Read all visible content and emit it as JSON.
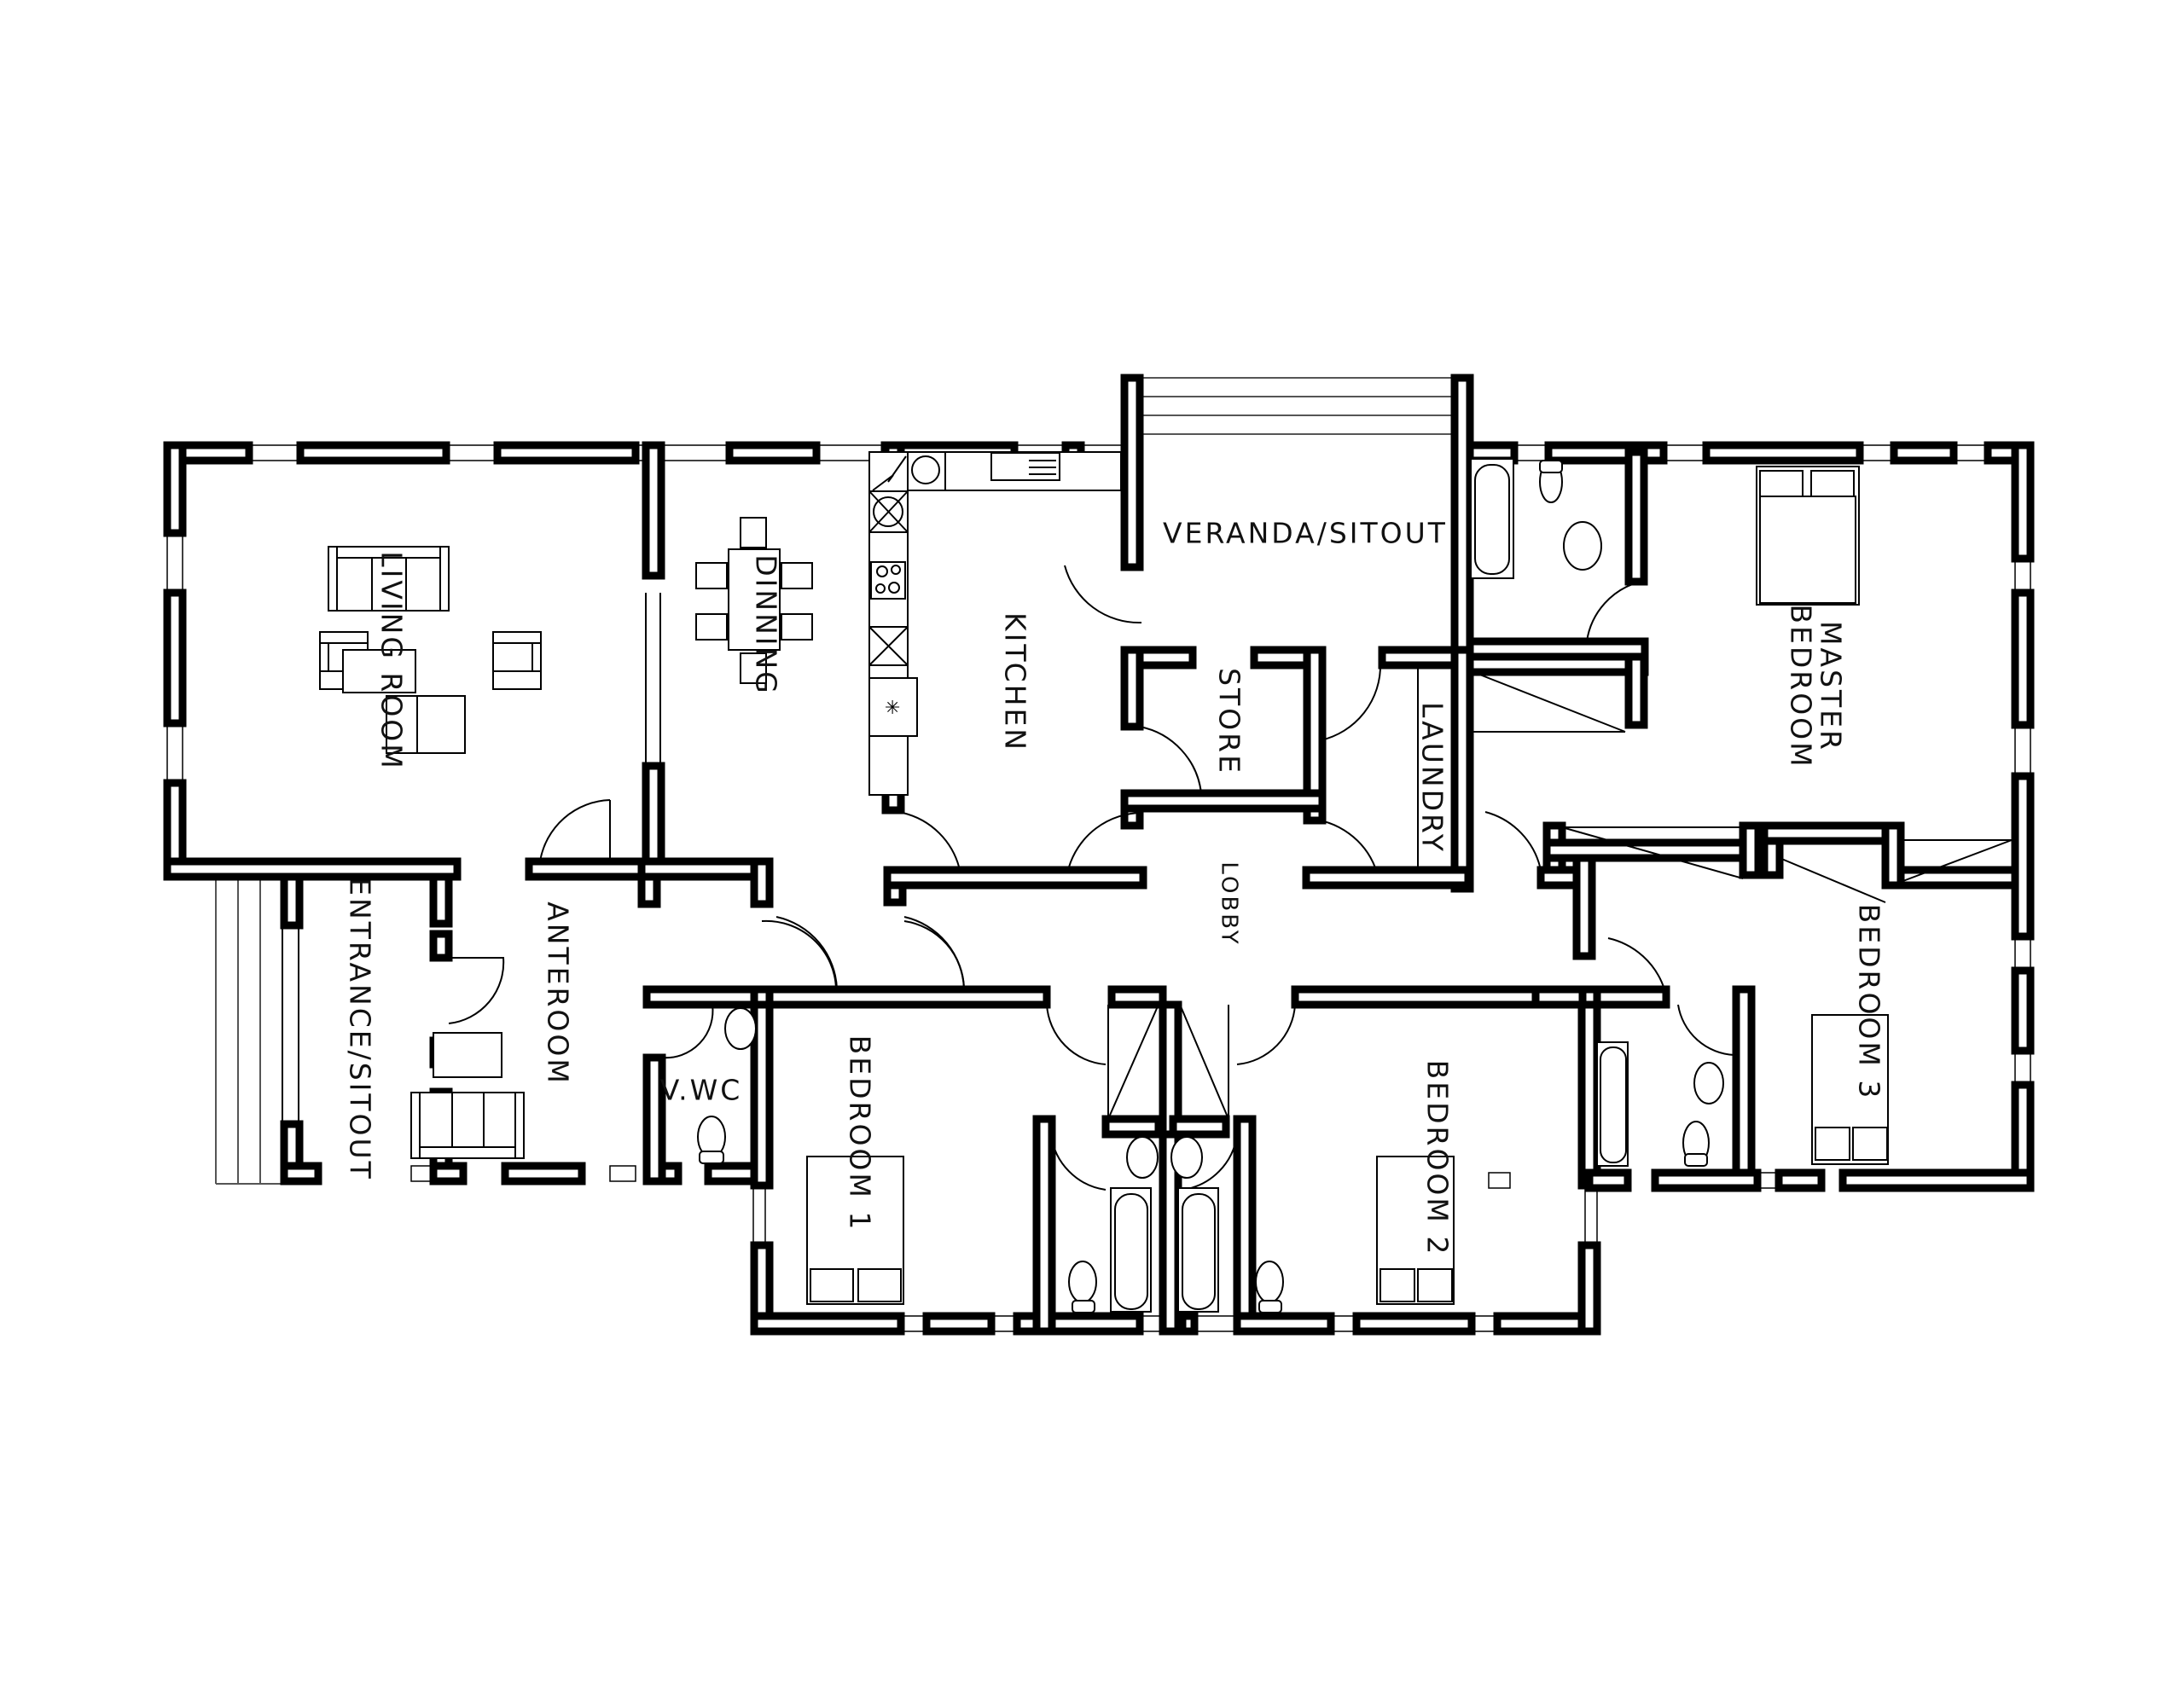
{
  "plan": {
    "type": "architectural floor plan",
    "colors": {
      "wall_outline": "#000000",
      "wall_fill": "#ffffff",
      "background": "#ffffff",
      "fixture_line": "#000000"
    }
  },
  "rooms": {
    "living_room": "LIVING ROOM",
    "dining": "DINNING",
    "kitchen": "KITCHEN",
    "veranda": "VERANDA/SITOUT",
    "store": "STORE",
    "laundry": "LAUNDRY",
    "master_bedroom_line1": "MASTER",
    "master_bedroom_line2": "BEDROOM",
    "lobby": "LOBBY",
    "entrance": "ENTRANCE/SITOUT",
    "anteroom": "ANTEROOM",
    "vwc": "V.WC",
    "bedroom1": "BEDROOM 1",
    "bedroom2": "BEDROOM 2",
    "bedroom3": "BEDROOM 3"
  },
  "fixtures": {
    "living_room": [
      "3-seat sofa",
      "coffee table",
      "armchair",
      "armchair",
      "armchair",
      "armchair"
    ],
    "dining": [
      "dining table",
      "6 chairs"
    ],
    "kitchen": [
      "fridge",
      "hob",
      "sink",
      "washing machine",
      "worktop",
      "cooker"
    ],
    "master_ensuite": [
      "bathtub",
      "toilet",
      "washbasin"
    ],
    "bedrooms": [
      "double bed"
    ],
    "bathrooms": [
      "bathtub",
      "toilet",
      "washbasin"
    ],
    "anteroom": [
      "sofa",
      "table"
    ],
    "vwc": [
      "toilet",
      "washbasin"
    ]
  }
}
